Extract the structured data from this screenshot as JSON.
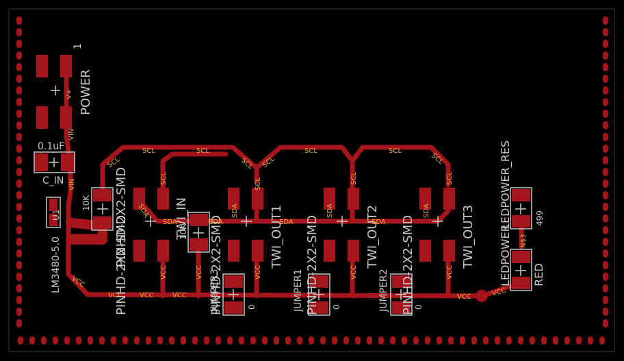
{
  "board": {
    "background": "#000000",
    "copper_color": "#a5151b",
    "silk_color": "#c8c8c8",
    "net_label_color": "#e0b040"
  },
  "labels": {
    "power": "POWER",
    "power_pin1": "1",
    "vplus": "V+",
    "vin": "VIN",
    "c_in_value": "0.1uF",
    "c_in_name": "C_IN",
    "u1": "U1",
    "u1_value": "LM3480-5.0",
    "r10k": "10K",
    "twi_in": "TWI_IN",
    "twi_out1": "TWI_OUT1",
    "twi_out2": "TWI_OUT2",
    "twi_out3": "TWI_OUT3",
    "pinhd_smd": "PINHD-2X2-SMD",
    "jumper1": "JUMPER1",
    "jumper2": "JUMPER2",
    "jumper3": "JUMPER3",
    "zero": "0",
    "ledpower_res": "LEDPOWER_RES",
    "r499": "499",
    "ledpower": "LEDPOWER",
    "red": "RED",
    "n3": "N$3"
  },
  "nets": {
    "scl": "SCL",
    "sda": "SDA",
    "vcc": "VCC"
  }
}
